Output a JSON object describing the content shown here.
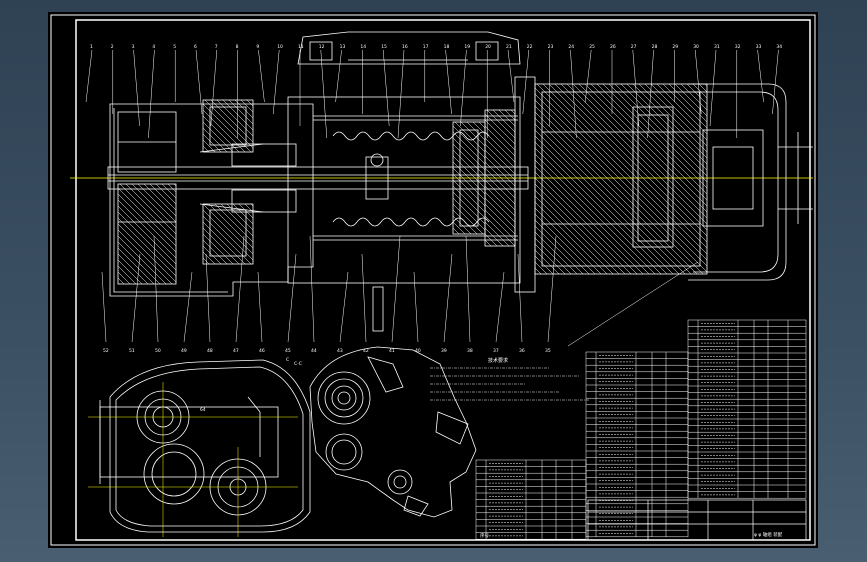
{
  "drawing": {
    "background_color": "#000000",
    "line_color": "#ffffff",
    "accent_color": "#ffff00",
    "part_labels_top": [
      "1",
      "2",
      "3",
      "4",
      "5",
      "6",
      "7",
      "8",
      "9",
      "10",
      "11",
      "12",
      "13",
      "14",
      "15",
      "16",
      "17",
      "18",
      "19",
      "20",
      "21",
      "22",
      "23",
      "24",
      "25",
      "26",
      "27",
      "28",
      "29",
      "30",
      "31",
      "32",
      "33",
      "34"
    ],
    "part_labels_bottom": [
      "52",
      "51",
      "50",
      "49",
      "48",
      "47",
      "46",
      "45",
      "44",
      "43",
      "42",
      "41",
      "40",
      "39",
      "38",
      "37",
      "36",
      "35"
    ],
    "view_label_c": "C",
    "view_label_cc": "C-C",
    "dimension_label": "64",
    "notes_title": "技术要求",
    "title_block_label": "序号",
    "title_block_right": "φ φ 轴组 装配"
  }
}
